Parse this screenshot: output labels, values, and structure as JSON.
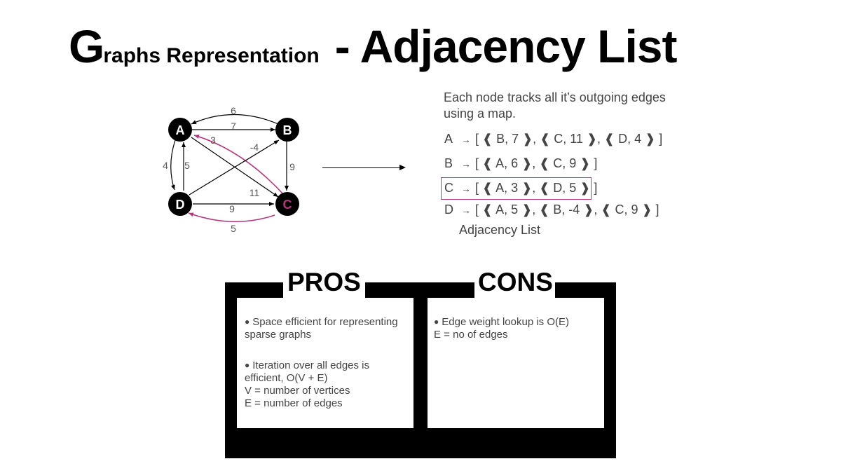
{
  "title": {
    "first_letter": "G",
    "rest": "raphs Representation",
    "suffix": "- Adjacency List"
  },
  "graph": {
    "nodes": [
      "A",
      "B",
      "C",
      "D"
    ],
    "highlight_color": "#b5357a",
    "edge_labels": {
      "a_b_top": "6",
      "a_b": "7",
      "c_a": "3",
      "d_b": "-4",
      "b_c": "9",
      "a_d": "4",
      "d_a": "5",
      "a_c": "11",
      "d_c": "9",
      "c_d": "5"
    }
  },
  "description": {
    "line1": "Each node tracks all it’s outgoing edges",
    "line2": "using a map."
  },
  "adjacency": {
    "rows": [
      {
        "node": "A",
        "list": "[ ❰ B, 7 ❱, ❰ C, 11 ❱, ❰ D, 4 ❱ ]"
      },
      {
        "node": "B",
        "list": "[ ❰ A, 6 ❱, ❰ C, 9 ❱ ]"
      },
      {
        "node": "C",
        "list": "[ ❰ A, 3 ❱, ❰ D, 5 ❱ ]"
      },
      {
        "node": "D",
        "list": "[ ❰ A, 5 ❱, ❰ B, -4 ❱, ❰ C, 9 ❱ ]"
      }
    ],
    "arrow": "→",
    "caption": "Adjacency List",
    "highlight_row": "C"
  },
  "pros": {
    "heading": "PROS",
    "bullet1_line1": "Space efficient for representing",
    "bullet1_line2": "sparse graphs",
    "bullet2_line1": "Iteration over all edges is",
    "bullet2_line2": "efficient, O(V + E)",
    "bullet2_line3": "V = number of vertices",
    "bullet2_line4": "E = number of edges"
  },
  "cons": {
    "heading": "CONS",
    "bullet1_line1": "Edge weight lookup is O(E)",
    "bullet1_line2": "E = no of edges"
  },
  "bullet_char": "●"
}
